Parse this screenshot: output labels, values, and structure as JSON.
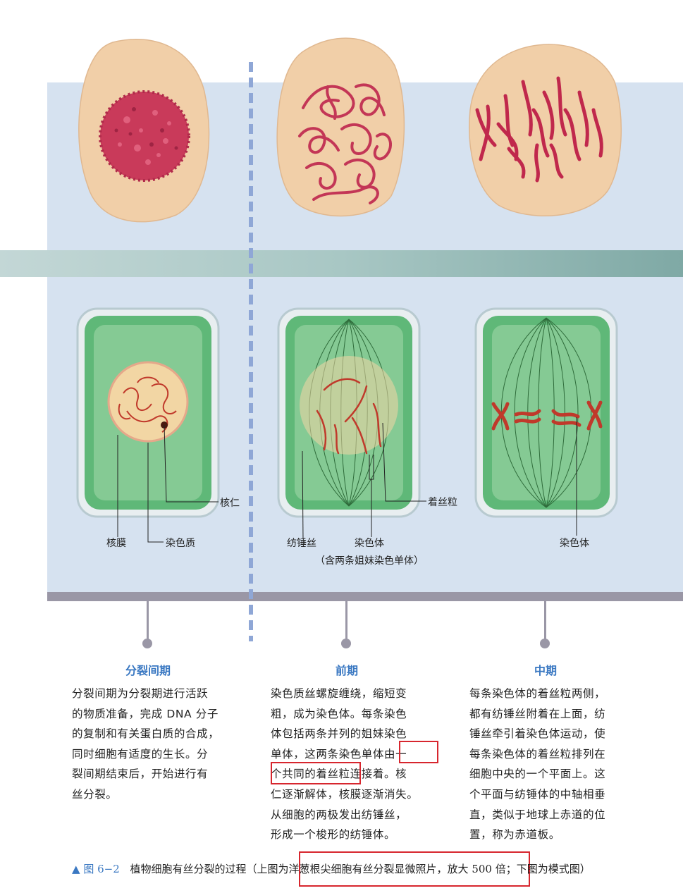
{
  "labels": {
    "nucleus_membrane": "核膜",
    "chromatin": "染色质",
    "nucleolus": "核仁",
    "spindle_fiber": "纺锤丝",
    "chromosome_prophase": "染色体",
    "chromosome_note": "（含两条姐妹染色单体）",
    "centromere": "着丝粒",
    "chromosome_metaphase": "染色体"
  },
  "phases": [
    {
      "title": "分裂间期",
      "lines": [
        "分裂间期为分裂期进行活跃",
        "的物质准备，完成 DNA 分子",
        "的复制和有关蛋白质的合成，",
        "同时细胞有适度的生长。分",
        "裂间期结束后，开始进行有",
        "丝分裂。"
      ]
    },
    {
      "title": "前期",
      "lines": [
        "染色质丝螺旋缠绕，缩短变",
        "粗，成为染色体。每条染色",
        "体包括两条并列的姐妹染色",
        "单体，这两条染色单体由一",
        "个共同的着丝粒连接着。核",
        "仁逐渐解体，核膜逐渐消失。",
        "从细胞的两极发出纺锤丝，",
        "形成一个梭形的纺锤体。"
      ]
    },
    {
      "title": "中期",
      "lines": [
        "每条染色体的着丝粒两侧，",
        "都有纺锤丝附着在上面，纺",
        "锤丝牵引着染色体运动，使",
        "每条染色体的着丝粒排列在",
        "细胞中央的一个平面上。这",
        "个平面与纺锤体的中轴相垂",
        "直，类似于地球上赤道的位",
        "置，称为赤道板。"
      ]
    }
  ],
  "caption": {
    "marker": "▲",
    "figure": "图 6−2",
    "text": "植物细胞有丝分裂的过程（上图为洋葱根尖细胞有丝分裂显微照片，放大 500 倍；下图为模式图）"
  },
  "colors": {
    "accent": "#3a78c2",
    "highlight_box": "#d7262e",
    "cell_green": "#5fb878",
    "chromosome_red": "#c0392b"
  }
}
